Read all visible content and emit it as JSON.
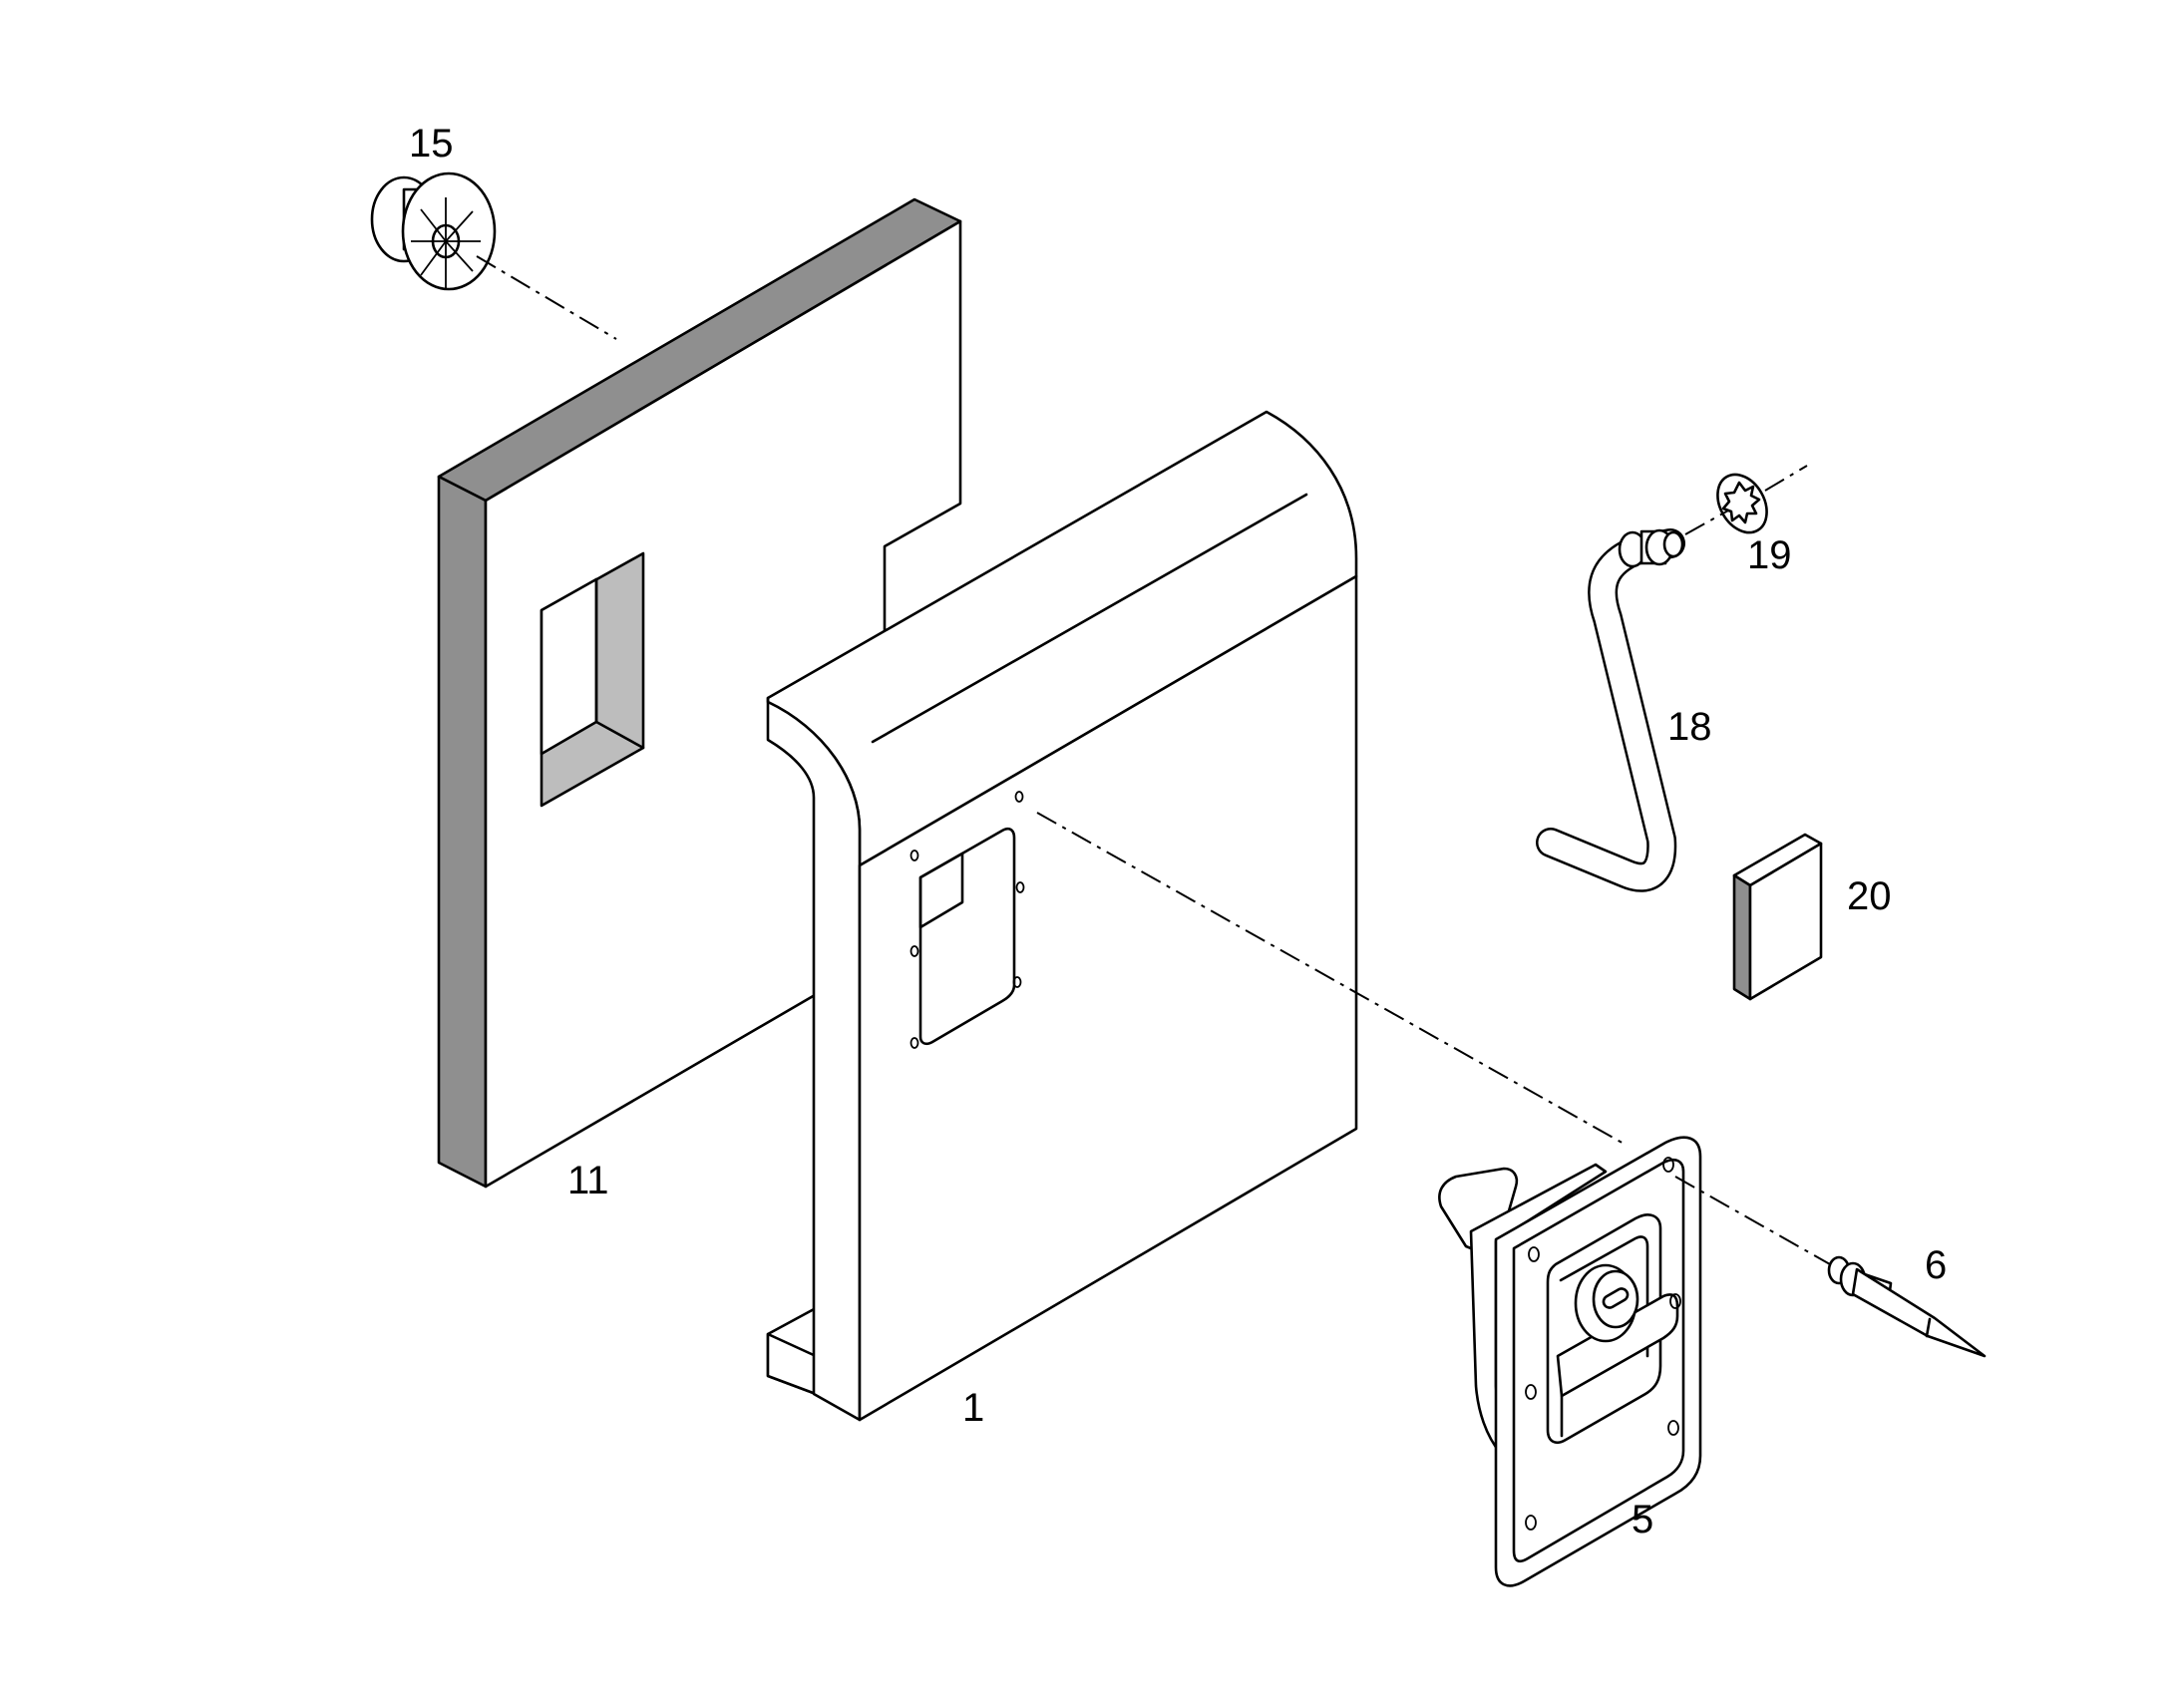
{
  "diagram": {
    "callouts": {
      "p1": "1",
      "p5": "5",
      "p6": "6",
      "p11": "11",
      "p15": "15",
      "p18": "18",
      "p19": "19",
      "p20": "20"
    },
    "parts": [
      "panel-1",
      "latch-5",
      "pin-6",
      "insulation-11",
      "grommet-15",
      "handle-18",
      "lockwasher-19",
      "pad-20"
    ]
  }
}
